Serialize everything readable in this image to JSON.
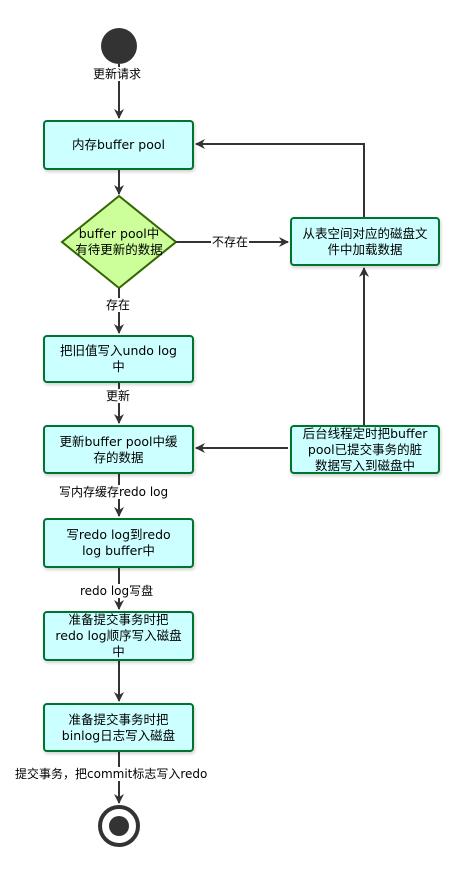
{
  "colors": {
    "node_fill": "#ccffff",
    "node_stroke": "#00732e",
    "decision_fill": "#ccff99",
    "decision_stroke": "#336600",
    "edge": "#333333",
    "start_fill": "#333333"
  },
  "nodes": {
    "memory_buffer_pool": "内存buffer pool",
    "decision_has_data": "buffer pool中\n有待更新的数据",
    "load_from_disk": "从表空间对应的磁盘文\n件中加载数据",
    "write_undo": "把旧值写入undo log\n中",
    "update_buffer": "更新buffer pool中缓\n存的数据",
    "background_flush": "后台线程定时把buffer\npool已提交事务的脏\n数据写入到磁盘中",
    "write_redo_buffer": "写redo log到redo\nlog buffer中",
    "flush_redo": "准备提交事务时把\nredo log顺序写入磁盘\n中",
    "flush_binlog": "准备提交事务时把\nbinlog日志写入磁盘"
  },
  "edge_labels": {
    "update_request": "更新请求",
    "not_exist": "不存在",
    "exist": "存在",
    "update": "更新",
    "write_memory_redo": "写内存缓存redo log",
    "redo_write_disk": "redo log写盘",
    "commit": "提交事务，把commit标志写入redo"
  }
}
